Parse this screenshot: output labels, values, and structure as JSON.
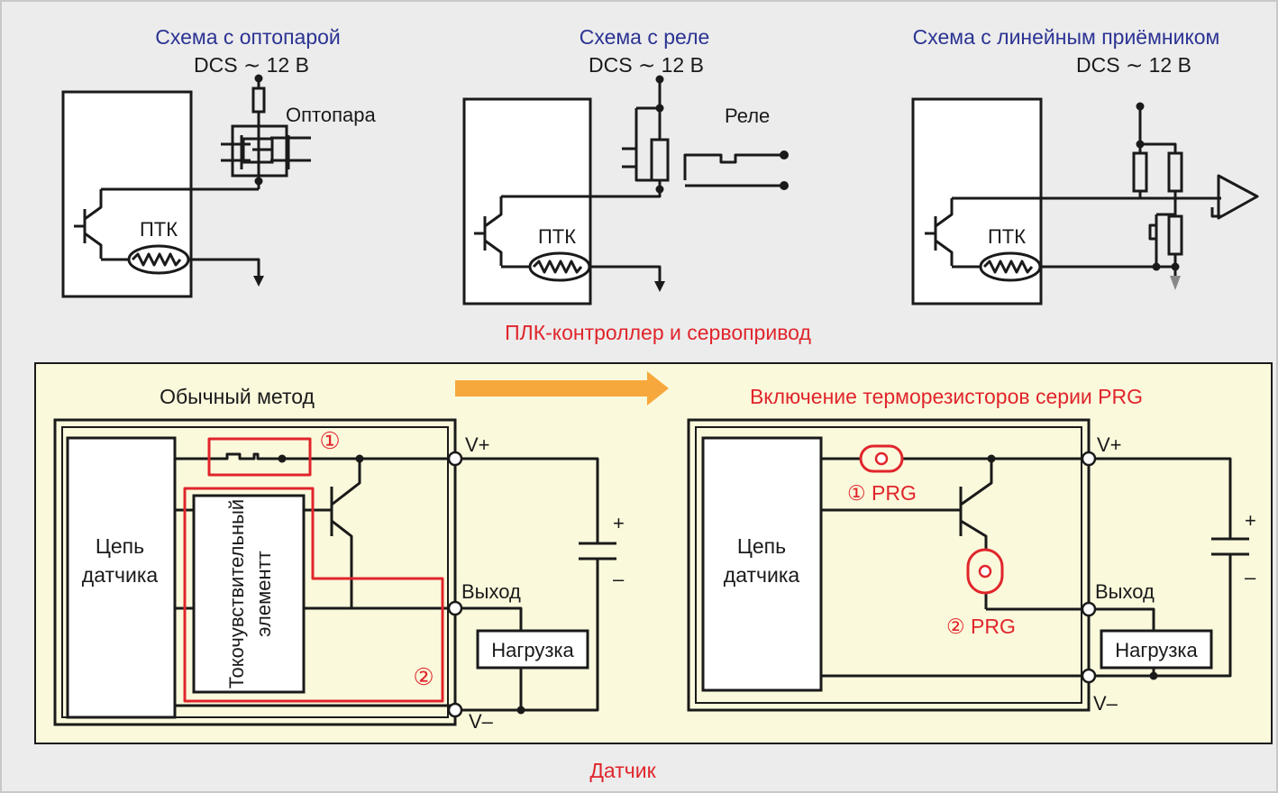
{
  "top": {
    "optocoupler": {
      "title": "Схема с оптопарой",
      "supply": "DCS ∼ 12 В",
      "component_label": "Оптопара",
      "ptc_label": "ПТК"
    },
    "relay": {
      "title": "Схема с реле",
      "supply": "DCS ∼ 12 В",
      "component_label": "Реле",
      "ptc_label": "ПТК"
    },
    "line_receiver": {
      "title": "Схема с линейным приёмником",
      "supply": "DCS ∼ 12 В",
      "ptc_label": "ПТК"
    },
    "caption": "ПЛК-контроллер и сервопривод"
  },
  "bottom": {
    "left": {
      "title": "Обычный метод",
      "sensor_circuit": [
        "Цепь",
        "датчика"
      ],
      "current_element": [
        "Токочувствительный",
        "элементт"
      ],
      "marker1": "①",
      "marker2": "②",
      "vplus": "V+",
      "output": "Выход",
      "vminus": "V–",
      "load": "Нагрузка",
      "plus": "+",
      "minus": "–"
    },
    "right": {
      "title": "Включение терморезисторов серии PRG",
      "sensor_circuit": [
        "Цепь",
        "датчика"
      ],
      "prg1": "① PRG",
      "prg2": "② PRG",
      "vplus": "V+",
      "output": "Выход",
      "vminus": "V–",
      "load": "Нагрузка",
      "plus": "+",
      "minus": "–"
    },
    "caption": "Датчик"
  },
  "colors": {
    "title_blue": "#2b3393",
    "accent_red": "#e0252b",
    "arrow_orange": "#f7a83c",
    "panel_bg": "#fbf9dc",
    "frame_bg": "#ececec"
  }
}
